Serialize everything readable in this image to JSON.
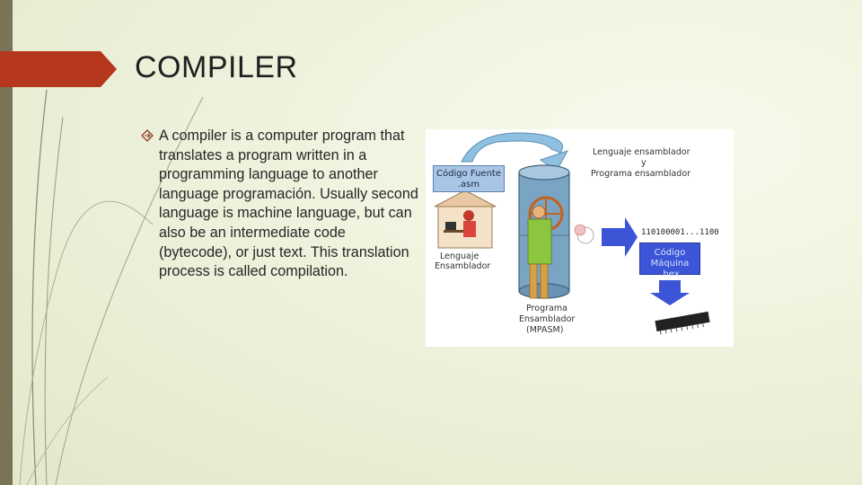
{
  "slide": {
    "title": "COMPILER",
    "bullet_text": "A compiler is a computer program that translates a program written in a programming language to another language programación. Usually second language is machine language, but can also be an intermediate code (bytecode), or just text. This translation process is called compilation."
  },
  "figure": {
    "source_code_label_1": "Código Fuente",
    "source_code_label_2": ".asm",
    "user_label_1": "Lenguaje",
    "user_label_2": "Ensamblador",
    "right_title_1": "Lenguaje ensamblador",
    "right_title_2": "y",
    "right_title_3": "Programa ensamblador",
    "binary_output": "110100001...1100",
    "machine_code_1": "Código Máquina",
    "machine_code_2": ".hex",
    "assembler_label_1": "Programa",
    "assembler_label_2": "Ensamblador",
    "assembler_label_3": "(MPASM)"
  },
  "colors": {
    "title_tab": "#b5371e",
    "left_bar": "#7a7356",
    "machine_box": "#3b55d6",
    "source_box": "#a9c5e6"
  },
  "icons": {
    "bullet": "diamond-arrow-icon"
  }
}
